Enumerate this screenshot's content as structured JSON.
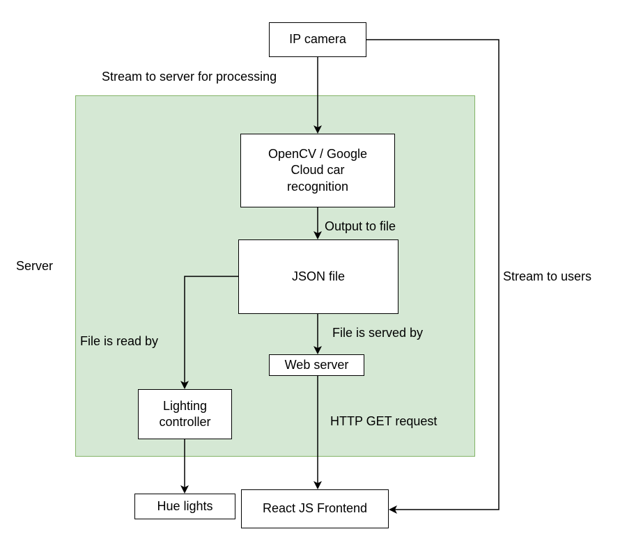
{
  "nodes": {
    "ip_camera": "IP camera",
    "recognition": "OpenCV / Google Cloud car recognition",
    "json_file": "JSON file",
    "web_server": "Web server",
    "lighting_controller": "Lighting controller",
    "hue_lights": "Hue lights",
    "react_frontend": "React JS Frontend"
  },
  "groups": {
    "server": "Server"
  },
  "edges": {
    "stream_to_server": "Stream to server for processing",
    "output_to_file": "Output to file",
    "file_served_by": "File is served by",
    "file_read_by": "File is read by",
    "http_get": "HTTP GET request",
    "stream_to_users": "Stream to users"
  },
  "colors": {
    "server_fill": "#d5e8d4",
    "server_border": "#82b366"
  }
}
